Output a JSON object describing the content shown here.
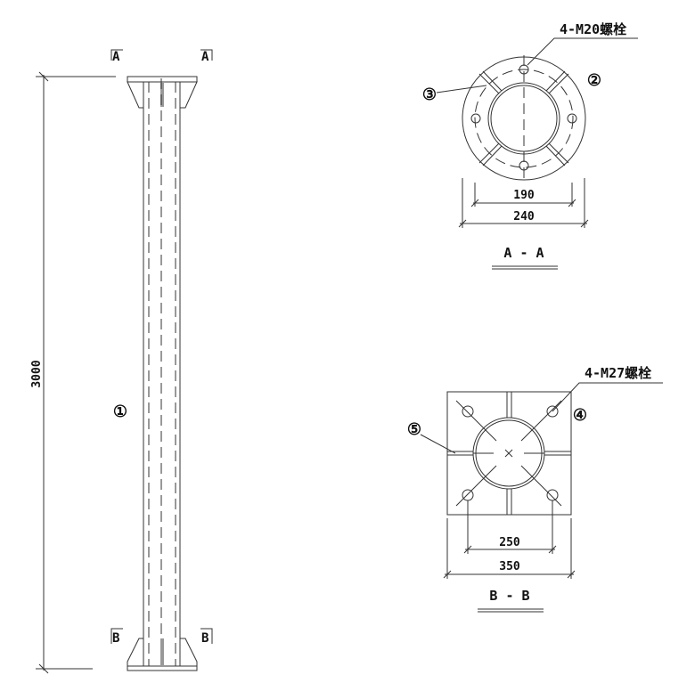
{
  "elevation": {
    "height_dim": "3000",
    "section_marks": {
      "top_left": "A",
      "top_right": "A",
      "bottom_left": "B",
      "bottom_right": "B"
    },
    "part_label": "①"
  },
  "section_a": {
    "title": "A - A",
    "bolt_label": "4-M20螺栓",
    "part_labels": [
      "②",
      "③"
    ],
    "dim_inner": "190",
    "dim_outer": "240"
  },
  "section_b": {
    "title": "B - B",
    "bolt_label": "4-M27螺栓",
    "part_labels": [
      "④",
      "⑤"
    ],
    "dim_inner": "250",
    "dim_outer": "350"
  }
}
